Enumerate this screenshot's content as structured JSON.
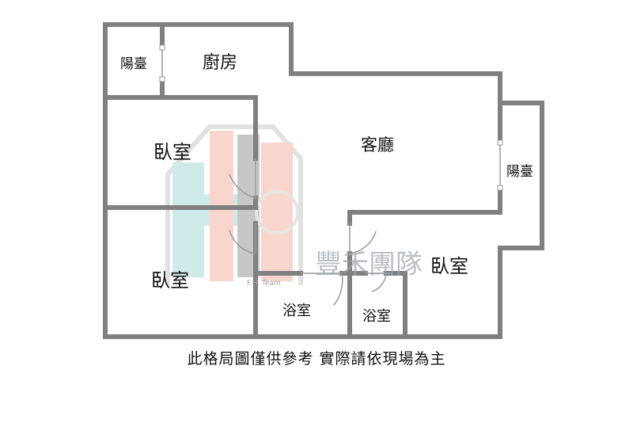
{
  "rooms": {
    "balcony_left": "陽臺",
    "kitchen": "廚房",
    "bedroom_top": "臥室",
    "living_room": "客廳",
    "balcony_right": "陽臺",
    "bedroom_bottom_left": "臥室",
    "bedroom_right": "臥室",
    "bathroom_left": "浴室",
    "bathroom_right": "浴室"
  },
  "watermark": {
    "brand_cn": "豐禾團隊",
    "brand_en": "F.H. Team"
  },
  "caption": "此格局圖僅供參考 實際請依現場為主",
  "colors": {
    "wall": "#808080",
    "logo_teal": "#a8dcd8",
    "logo_pink": "#f3b4a6",
    "logo_gray": "#9a9a9a"
  }
}
